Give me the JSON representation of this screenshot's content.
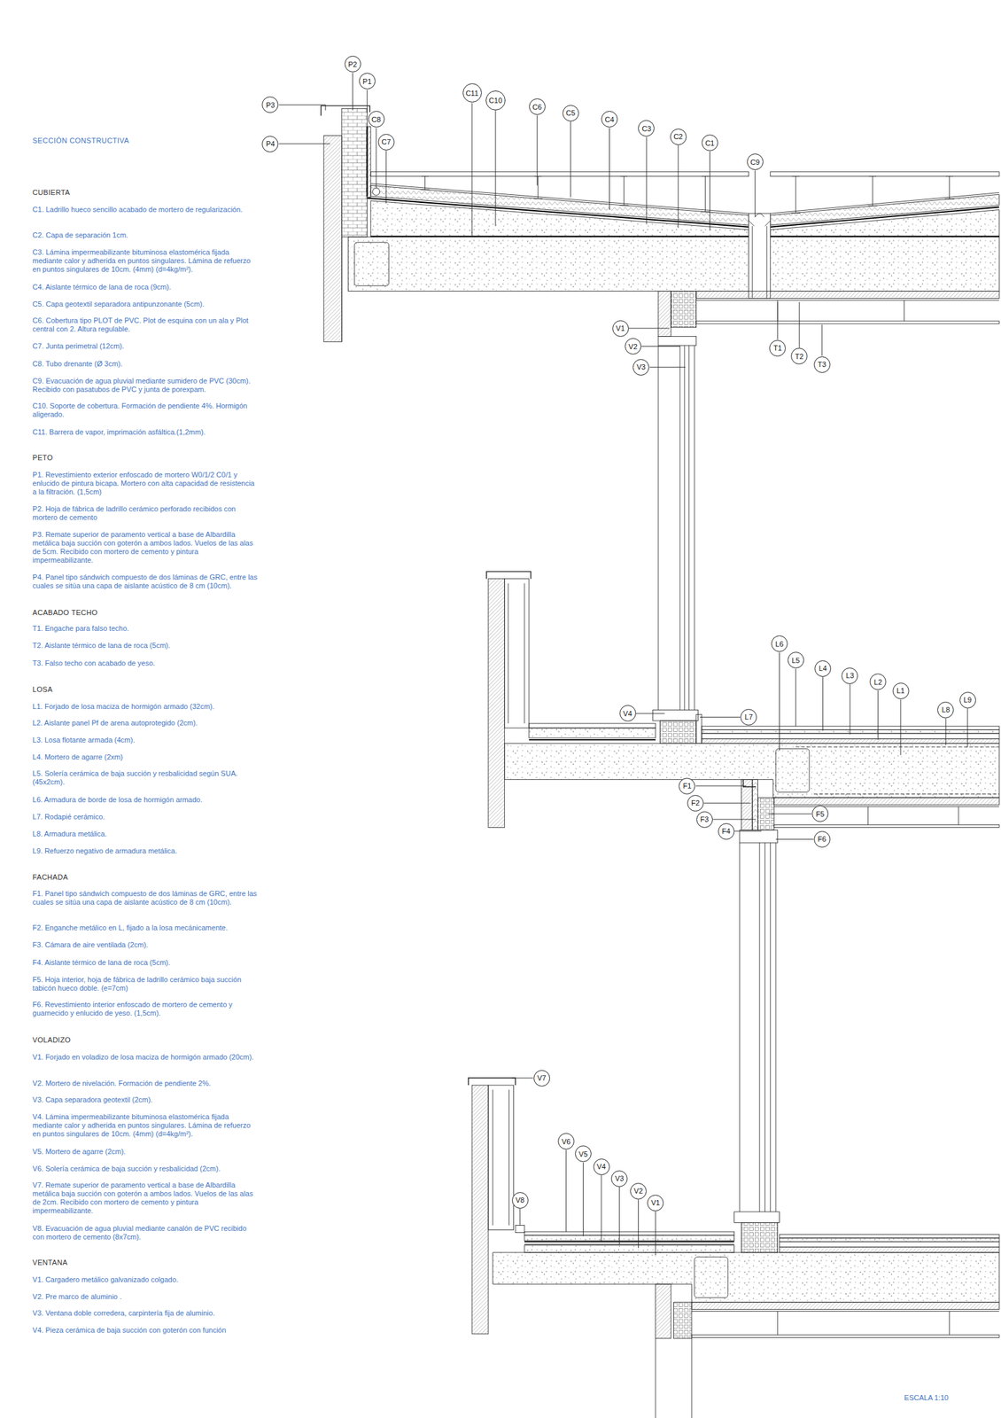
{
  "diagram": {
    "title": "SECCIÓN CONSTRUCTIVA",
    "nodes": [
      {
        "text": [
          "P2"
        ]
      },
      {
        "text": [
          "P1"
        ]
      },
      {
        "text": [
          "P3"
        ]
      },
      {
        "text": [
          "P4"
        ]
      },
      {
        "text": [
          "C11"
        ]
      },
      {
        "text": [
          "C10"
        ]
      },
      {
        "text": [
          "C6"
        ]
      },
      {
        "text": [
          "C5"
        ]
      },
      {
        "text": [
          "C4"
        ]
      },
      {
        "text": [
          "C8"
        ]
      },
      {
        "text": [
          "C3"
        ]
      },
      {
        "text": [
          "C2"
        ]
      },
      {
        "text": [
          "C7"
        ]
      },
      {
        "text": [
          "C1"
        ]
      },
      {
        "text": [
          "C9"
        ]
      },
      {
        "text": [
          "V1"
        ]
      },
      {
        "text": [
          "T1"
        ]
      },
      {
        "text": [
          "V2"
        ]
      },
      {
        "text": [
          "T2"
        ]
      },
      {
        "text": [
          "T3"
        ]
      },
      {
        "text": [
          "V3"
        ]
      },
      {
        "text": [
          "L6"
        ]
      },
      {
        "text": [
          "L5"
        ]
      },
      {
        "text": [
          "L4"
        ]
      },
      {
        "text": [
          "L3"
        ]
      },
      {
        "text": [
          "L2"
        ]
      },
      {
        "text": [
          "L9"
        ]
      },
      {
        "text": [
          "L1"
        ]
      },
      {
        "text": [
          "L8"
        ]
      },
      {
        "text": [
          "V4"
        ]
      },
      {
        "text": [
          "L7"
        ]
      },
      {
        "text": [
          "F1"
        ]
      },
      {
        "text": [
          "F2"
        ]
      },
      {
        "text": [
          "F5"
        ]
      },
      {
        "text": [
          "F3"
        ]
      },
      {
        "text": [
          "F4"
        ]
      },
      {
        "text": [
          "F6"
        ]
      },
      {
        "text": [
          "V7"
        ]
      },
      {
        "text": [
          "V6"
        ]
      },
      {
        "text": [
          "V5"
        ]
      },
      {
        "text": [
          "V4"
        ]
      },
      {
        "text": [
          "V3"
        ]
      },
      {
        "text": [
          "V2"
        ]
      },
      {
        "text": [
          "V8"
        ]
      },
      {
        "text": [
          "V1"
        ]
      }
    ],
    "labels": [
      "CUBIERTA",
      "C1. Ladrillo hueco sencillo acabado de mortero de regularización.",
      "C2. Capa de separación 1cm.",
      "C3. Lámina impermeabilizante bituminosa elastomérica fijada mediante calor y adherida en puntos singulares. Lámina de refuerzo en puntos singulares de 10cm. (4mm) (d=4kg/m²).",
      "C4. Aislante térmico de lana de roca (9cm).",
      "C5. Capa geotextil separadora antipunzonante (5cm).",
      "C6. Cobertura tipo PLOT de PVC. Plot de esquina con un ala y Plot central con 2. Altura regulable.",
      "C7. Junta perimetral (12cm).",
      "C8. Tubo drenante (Ø 3cm).",
      "C9. Evacuación de agua pluvial mediante sumidero de PVC (30cm). Recibido con pasatubos de PVC y junta de porexpam.",
      "C10. Soporte de cobertura. Formación de pendiente 4%. Hormigón aligerado.",
      "C11. Barrera de vapor, imprimación asfáltica.(1,2mm).",
      "PETO",
      "P1. Revestimiento exterior enfoscado de mortero W0/1/2 C0/1 y enlucido de pintura bicapa. Mortero con alta capacidad de resistencia a la filtración. (1,5cm)",
      "P2. Hoja de fábrica de ladrillo cerámico perforado recibidos con mortero de cemento",
      "P3. Remate superior de paramento vertical a base de Albardilla metálica baja succión con goterón a ambos lados. Vuelos de las alas de 5cm. Recibido con mortero de cemento y pintura impermeabilizante.",
      "P4. Panel tipo sándwich compuesto de dos láminas de GRC, entre las cuales se sitúa una capa de aislante acústico de 8 cm (10cm).",
      "ACABADO TECHO",
      "T1. Engache para falso techo.",
      "T2. Aislante térmico de lana de roca (5cm).",
      "T3. Falso techo con acabado de yeso.",
      "LOSA",
      "L1. Forjado de losa maciza de hormigón armado (32cm).",
      "L2. Aislante panel Pf de arena autoprotegido (2cm).",
      "L3. Losa flotante armada (4cm).",
      "L4. Mortero de agarre (2xm)",
      "L5. Solería cerámica de baja succión y resbalicidad según SUA. (45x2cm).",
      "L6. Armadura de borde de losa de hormigón armado.",
      "L7. Rodapié cerámico.",
      "L8. Armadura metálica.",
      "L9. Refuerzo negativo de armadura metálica.",
      "FACHADA",
      "F1. Panel tipo sándwich compuesto de dos láminas de GRC, entre las cuales se sitúa una capa de aislante acústico de 8 cm (10cm).",
      "F2. Enganche metálico en L, fijado a la losa mecánicamente.",
      "F3. Cámara de aire ventilada (2cm).",
      "F4. Aislante térmico de lana de roca (5cm).",
      "F5. Hoja interior, hoja de fábrica de ladrillo cerámico baja succión tabicón hueco doble. (e=7cm)",
      "F6. Revestimiento interior enfoscado de mortero de cemento y guarnecido y enlucido de yeso. (1,5cm).",
      "VOLADIZO",
      "V1. Forjado en voladizo de losa maciza de hormigón armado (20cm).",
      "V2. Mortero de nivelación. Formación de pendiente 2%.",
      "V3. Capa separadora geotextil (2cm).",
      "V4. Lámina impermeabilizante bituminosa elastomérica fijada mediante calor y adherida en puntos singulares. Lámina de refuerzo en puntos singulares de 10cm. (4mm) (d=4kg/m²).",
      "V5. Mortero de agarre (2cm).",
      "V6. Solería cerámica de baja succión y resbalicidad (2cm).",
      "V7. Remate superior de paramento vertical a base de Albardilla metálica baja succión con goterón a ambos lados. Vuelos de las alas de 2cm. Recibido con mortero de cemento y pintura impermeabilizante.",
      "V8. Evacuación de agua pluvial mediante canalón de PVC recibido con mortero de cemento (8x7cm).",
      "VENTANA",
      "V1. Cargadero metálico galvanizado colgado.",
      "V2. Pre marco de aluminio .",
      "V3. Ventana doble corredera, carpintería fija de aluminio.",
      "V4. Pieza cerámica de baja succión con goterón con función",
      "ESCALA 1:10"
    ]
  }
}
